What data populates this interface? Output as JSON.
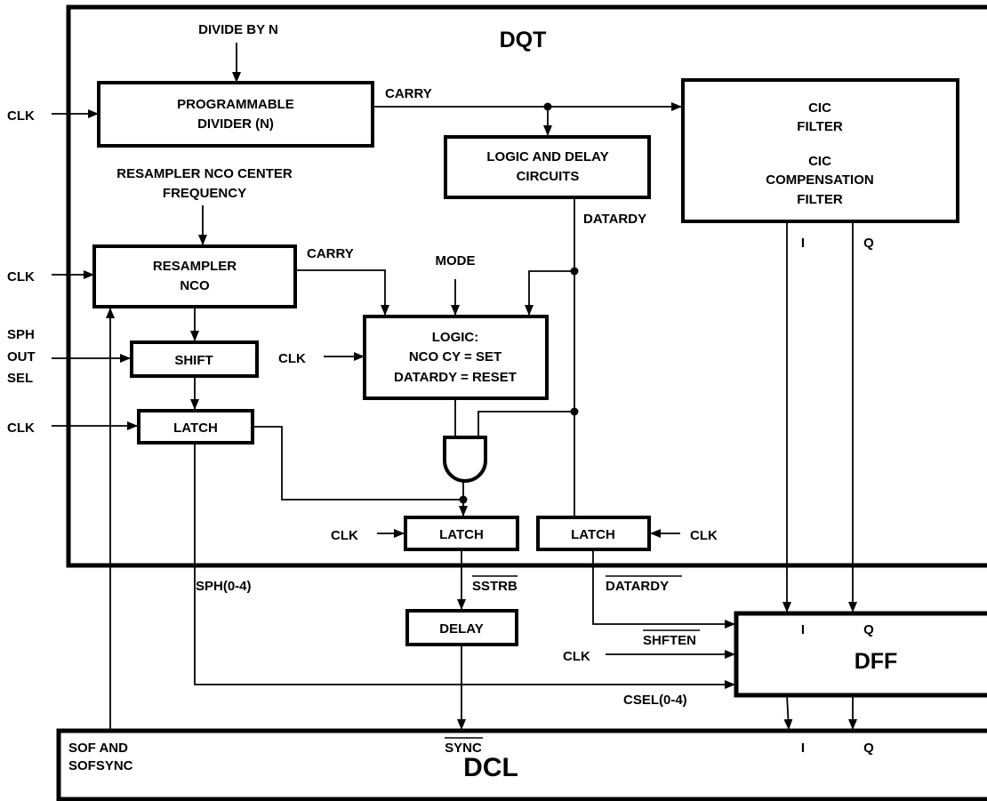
{
  "dqt": {
    "title": "DQT"
  },
  "dcl": {
    "title": "DCL",
    "sof_line1": "SOF AND",
    "sof_line2": "SOFSYNC",
    "sync": "SYNC",
    "i": "I",
    "q": "Q"
  },
  "inputs": {
    "divide_by_n": "DIVIDE BY N",
    "resampler_line1": "RESAMPLER NCO CENTER",
    "resampler_line2": "FREQUENCY",
    "mode": "MODE",
    "sph_line1": "SPH",
    "sph_line2": "OUT",
    "sph_line3": "SEL",
    "clk": "CLK"
  },
  "blocks": {
    "prog_divider": {
      "line1": "PROGRAMMABLE",
      "line2": "DIVIDER (N)"
    },
    "logic_delay": {
      "line1": "LOGIC AND DELAY",
      "line2": "CIRCUITS"
    },
    "cic": {
      "line1": "CIC",
      "line2": "FILTER",
      "line3": "CIC",
      "line4": "COMPENSATION",
      "line5": "FILTER"
    },
    "resampler_nco": {
      "line1": "RESAMPLER",
      "line2": "NCO"
    },
    "logic_set_reset": {
      "line1": "LOGIC:",
      "line2": "NCO CY = SET",
      "line3": "DATARDY = RESET"
    },
    "shift": "SHIFT",
    "latch": "LATCH",
    "delay": "DELAY",
    "dff": {
      "title": "DFF",
      "i": "I",
      "q": "Q"
    }
  },
  "signals": {
    "carry": "CARRY",
    "datardy": "DATARDY",
    "cic_i": "I",
    "cic_q": "Q",
    "sph": "SPH(0-4)",
    "sstrb": "SSTRB",
    "datardy_bar": "DATARDY",
    "shften": "SHFTEN",
    "csel": "CSEL(0-4)"
  }
}
